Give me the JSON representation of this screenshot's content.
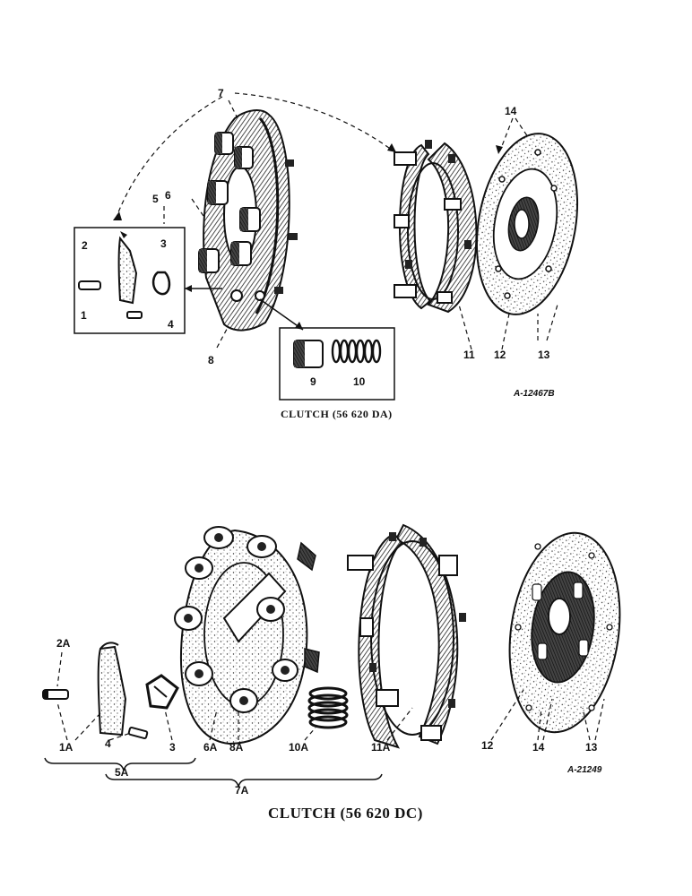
{
  "diagram_top": {
    "caption": "CLUTCH (56 620 DA)",
    "reference": "A-12467B",
    "callouts": {
      "c7": "7",
      "c14": "14",
      "c5": "5",
      "c6": "6",
      "c2": "2",
      "c3": "3",
      "c1": "1",
      "c4": "4",
      "c8": "8",
      "c9": "9",
      "c10": "10",
      "c11": "11",
      "c12": "12",
      "c13": "13"
    }
  },
  "diagram_bottom": {
    "caption": "CLUTCH (56 620 DC)",
    "reference": "A-21249",
    "callouts": {
      "c2A": "2A",
      "c1A": "1A",
      "c4": "4",
      "c3": "3",
      "c6A": "6A",
      "c8A": "8A",
      "c10A": "10A",
      "c11A": "11A",
      "c12": "12",
      "c14": "14",
      "c13": "13",
      "c5A": "5A",
      "c7A": "7A"
    }
  }
}
